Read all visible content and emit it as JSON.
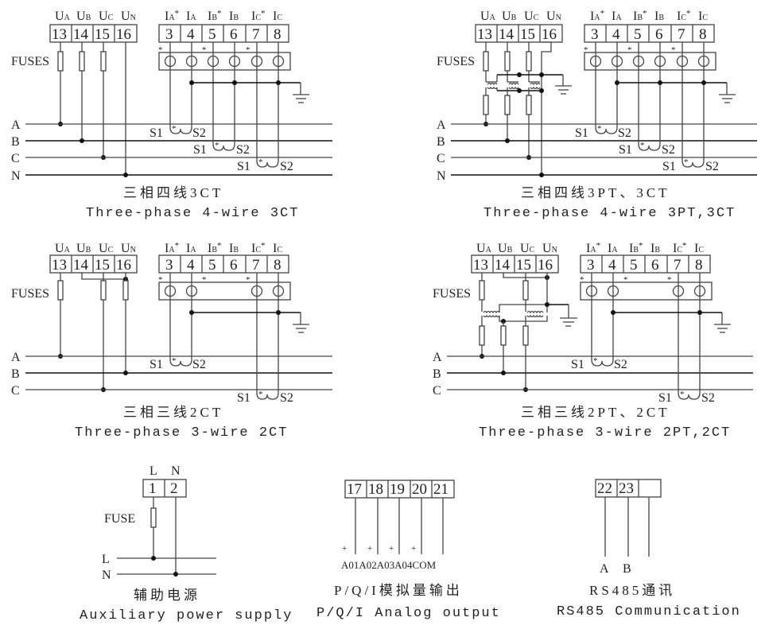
{
  "diagrams": {
    "d1": {
      "voltage_terminals": [
        "13",
        "14",
        "15",
        "16"
      ],
      "voltage_labels": [
        [
          "U",
          "A"
        ],
        [
          "U",
          "B"
        ],
        [
          "U",
          "C"
        ],
        [
          "U",
          "N"
        ]
      ],
      "current_terminals": [
        "3",
        "4",
        "5",
        "6",
        "7",
        "8"
      ],
      "current_labels": [
        [
          "I",
          "A",
          "*"
        ],
        [
          "I",
          "A",
          ""
        ],
        [
          "I",
          "B",
          "*"
        ],
        [
          "I",
          "B",
          ""
        ],
        [
          "I",
          "C",
          "*"
        ],
        [
          "I",
          "C",
          ""
        ]
      ],
      "fuses_label": "FUSES",
      "lines": [
        "A",
        "B",
        "C",
        "N"
      ],
      "ct_s1": "S1",
      "ct_s2": "S2",
      "ct_star": "*",
      "caption_cn": "三相四线3CT",
      "caption_en": "Three-phase 4-wire 3CT"
    },
    "d2": {
      "voltage_terminals": [
        "13",
        "14",
        "15",
        "16"
      ],
      "current_terminals": [
        "3",
        "4",
        "5",
        "6",
        "7",
        "8"
      ],
      "fuses_label": "FUSES",
      "lines": [
        "A",
        "B",
        "C",
        "N"
      ],
      "ct_s1": "S1",
      "ct_s2": "S2",
      "caption_cn": "三相四线3PT、3CT",
      "caption_en": "Three-phase 4-wire 3PT,3CT"
    },
    "d3": {
      "voltage_terminals": [
        "13",
        "14",
        "15",
        "16"
      ],
      "current_terminals": [
        "3",
        "4",
        "5",
        "6",
        "7",
        "8"
      ],
      "fuses_label": "FUSES",
      "lines": [
        "A",
        "B",
        "C"
      ],
      "ct_s1": "S1",
      "ct_s2": "S2",
      "caption_cn": "三相三线2CT",
      "caption_en": "Three-phase 3-wire 2CT"
    },
    "d4": {
      "voltage_terminals": [
        "13",
        "14",
        "15",
        "16"
      ],
      "current_terminals": [
        "3",
        "4",
        "5",
        "6",
        "7",
        "8"
      ],
      "fuses_label": "FUSES",
      "lines": [
        "A",
        "B",
        "C"
      ],
      "ct_s1": "S1",
      "ct_s2": "S2",
      "caption_cn": "三相三线2PT、2CT",
      "caption_en": "Three-phase 3-wire 2PT,2CT"
    },
    "aux": {
      "terminal_labels": [
        "L",
        "N"
      ],
      "terminals": [
        "1",
        "2"
      ],
      "fuse_label": "FUSE",
      "lines": [
        "L",
        "N"
      ],
      "caption_cn": "辅助电源",
      "caption_en": "Auxiliary power supply"
    },
    "analog": {
      "terminals": [
        "17",
        "18",
        "19",
        "20",
        "21"
      ],
      "plus": "+",
      "outputs": "A01A02A03A04COM",
      "caption_cn": "P/Q/I模拟量输出",
      "caption_en": "P/Q/I Analog output"
    },
    "rs485": {
      "terminals": [
        "22",
        "23",
        ""
      ],
      "pins": [
        "A",
        "B"
      ],
      "caption_cn": "RS485通讯",
      "caption_en": "RS485 Communication"
    }
  }
}
